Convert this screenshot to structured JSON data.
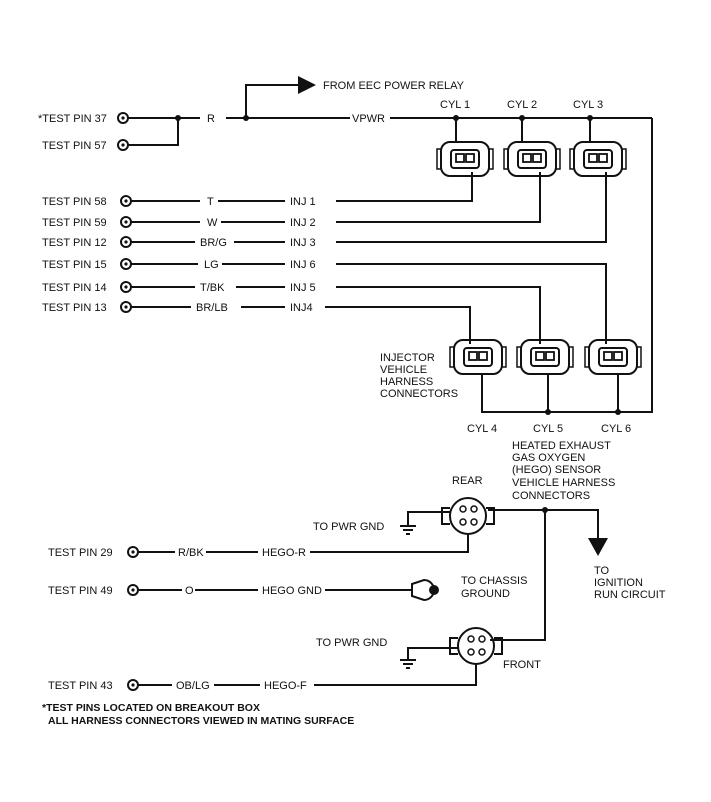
{
  "header": {
    "eec_relay_label": "FROM EEC POWER RELAY",
    "vpwr_label": "VPWR",
    "r_label": "R"
  },
  "cylinders_top": [
    "CYL 1",
    "CYL 2",
    "CYL 3"
  ],
  "cylinders_bottom": [
    "CYL 4",
    "CYL 5",
    "CYL 6"
  ],
  "test_pins_top": [
    "*TEST PIN 37",
    "TEST PIN 57"
  ],
  "injector_rows": [
    {
      "pin": "TEST PIN 58",
      "color": "T",
      "circuit": "INJ 1"
    },
    {
      "pin": "TEST PIN 59",
      "color": "W",
      "circuit": "INJ 2"
    },
    {
      "pin": "TEST PIN 12",
      "color": "BR/G",
      "circuit": "INJ 3"
    },
    {
      "pin": "TEST PIN 15",
      "color": "LG",
      "circuit": "INJ 6"
    },
    {
      "pin": "TEST PIN 14",
      "color": "T/BK",
      "circuit": "INJ 5"
    },
    {
      "pin": "TEST PIN 13",
      "color": "BR/LB",
      "circuit": "INJ4"
    }
  ],
  "injector_harness_label": [
    "INJECTOR",
    "VEHICLE",
    "HARNESS",
    "CONNECTORS"
  ],
  "hego_label": [
    "HEATED EXHAUST",
    "GAS OXYGEN",
    "(HEGO) SENSOR",
    "VEHICLE HARNESS",
    "CONNECTORS"
  ],
  "hego": {
    "rear_label": "REAR",
    "front_label": "FRONT",
    "pwr_gnd_rear": "TO PWR GND",
    "pwr_gnd_front": "TO PWR GND",
    "chassis_ground": [
      "TO CHASSIS",
      "GROUND"
    ],
    "ignition": [
      "TO",
      "IGNITION",
      "RUN CIRCUIT"
    ],
    "rows": [
      {
        "pin": "TEST PIN 29",
        "color": "R/BK",
        "circuit": "HEGO-R"
      },
      {
        "pin": "TEST PIN 49",
        "color": "O",
        "circuit": "HEGO GND"
      },
      {
        "pin": "TEST PIN 43",
        "color": "OB/LG",
        "circuit": "HEGO-F"
      }
    ]
  },
  "footnote": [
    "*TEST PINS LOCATED ON BREAKOUT BOX",
    "ALL HARNESS CONNECTORS VIEWED IN MATING SURFACE"
  ]
}
